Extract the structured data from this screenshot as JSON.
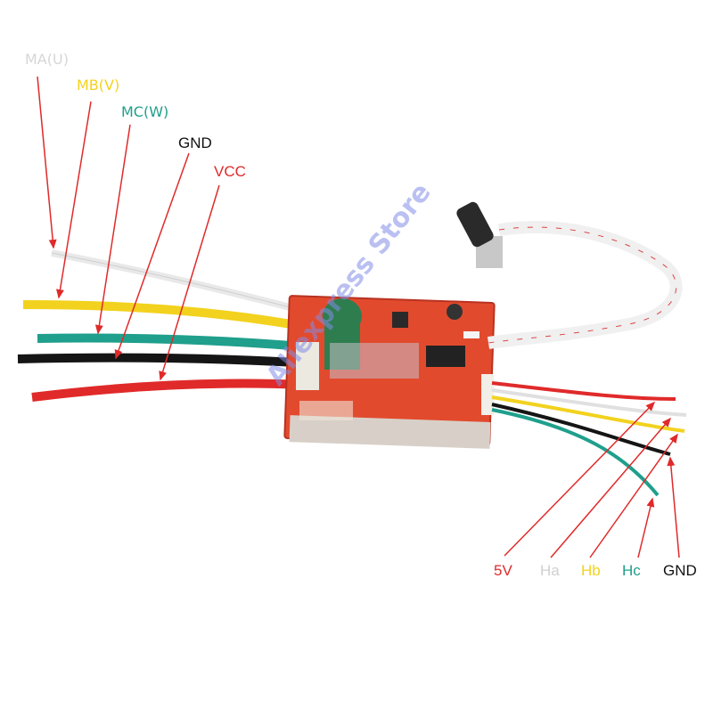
{
  "labels": {
    "ma": "MA(U)",
    "mb": "MB(V)",
    "mc": "MC(W)",
    "gnd_left": "GND",
    "vcc": "VCC",
    "v5": "5V",
    "ha": "Ha",
    "hb": "Hb",
    "hc": "Hc",
    "gnd_right": "GND"
  },
  "watermark": "Aliexpress Store",
  "colors": {
    "ma": "#d8d8d8",
    "mb": "#f2d21e",
    "mc": "#1f9f8c",
    "gnd": "#111111",
    "vcc": "#e02a2a",
    "v5": "#e02a2a",
    "ha": "#d0d0d0",
    "hb": "#f2d21e",
    "hc": "#1f9f8c",
    "arrow": "#e02a2a",
    "board": "#e24a2e"
  }
}
